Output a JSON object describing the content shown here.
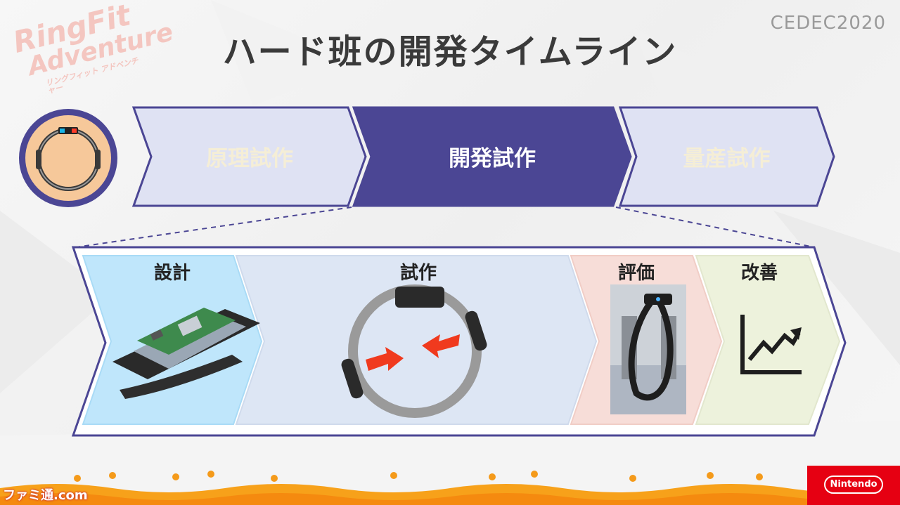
{
  "slide": {
    "title": "ハード班の開発タイムライン",
    "event_logo": "CEDEC2020",
    "game_logo": {
      "line1": "RingFit",
      "line2": "Adventure",
      "line3": "リングフィット アドベンチャー"
    }
  },
  "phases": [
    {
      "label": "原理試作",
      "active": false
    },
    {
      "label": "開発試作",
      "active": true
    },
    {
      "label": "量産試作",
      "active": false
    }
  ],
  "steps": [
    {
      "label": "設計",
      "icon": "circuit-board-icon"
    },
    {
      "label": "試作",
      "icon": "ring-con-icon"
    },
    {
      "label": "評価",
      "icon": "test-rig-photo-icon"
    },
    {
      "label": "改善",
      "icon": "trend-up-chart-icon"
    }
  ],
  "colors": {
    "accent_purple": "#4b4694",
    "phase_inactive_fill": "#dfe2f3",
    "phase_inactive_text": "#f5eed6",
    "step_design_fill": "#bfe6fb",
    "step_prototype_fill": "#dde6f4",
    "step_evaluate_fill": "#f7ddd8",
    "step_improve_fill": "#edf2dc",
    "nintendo_red": "#e60012"
  },
  "footer": {
    "watermark": "ファミ通.com",
    "brand": "Nintendo"
  }
}
